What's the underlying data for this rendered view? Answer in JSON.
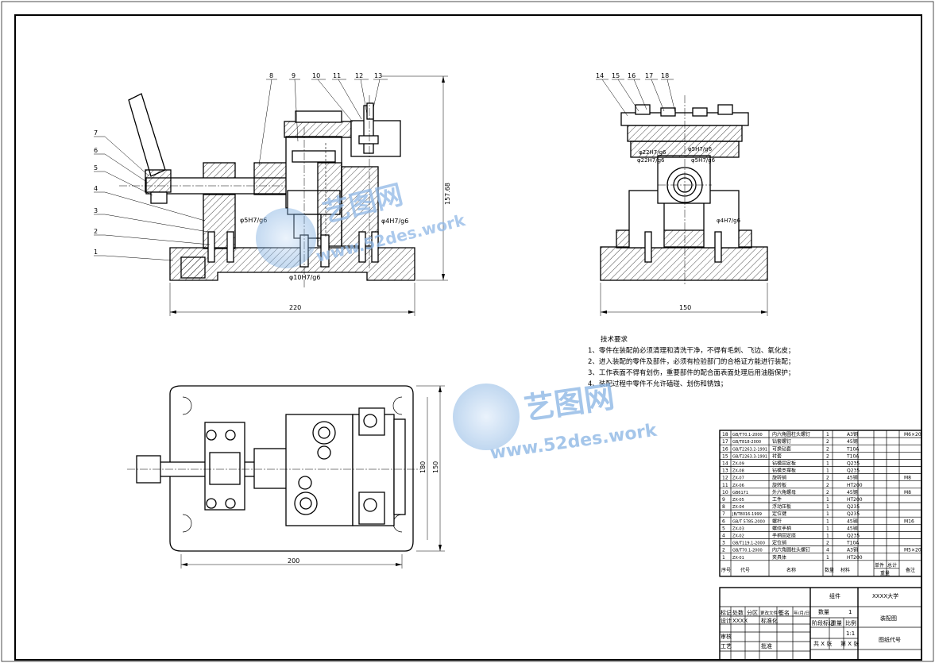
{
  "balloons_front": [
    "1",
    "2",
    "3",
    "4",
    "5",
    "6",
    "7",
    "8",
    "9",
    "10",
    "11",
    "12",
    "13"
  ],
  "balloons_side": [
    "14",
    "15",
    "16",
    "17",
    "18"
  ],
  "fits_front": [
    "φ5H7/g6",
    "φ4H7/g6",
    "φ10H7/g6"
  ],
  "fits_side": [
    "φ22H7/g6",
    "φ22H7/g6",
    "φ5H7/g6",
    "φ5H7/g6",
    "φ4H7/g6"
  ],
  "dims": {
    "front_width": "220",
    "front_height": "157.68",
    "side_width": "150",
    "top_width": "200",
    "top_inner": "180",
    "top_outer": "150"
  },
  "tech_req": {
    "title": "技术要求",
    "lines": [
      "1、零件在装配前必须清理和清洗干净，不得有毛刺、飞边、氧化皮；",
      "2、进入装配的零件及部件，必须有检验部门的合格证方能进行装配；",
      "3、工作表面不得有划伤，重要部件的配合面表面处理后用油脂保护；",
      "4、装配过程中零件不允许磕碰、划伤和锈蚀；"
    ]
  },
  "watermark": {
    "brand": "艺图网",
    "url": "www.52des.work"
  },
  "bom": {
    "rows": [
      {
        "no": "18",
        "code": "GB/T70.1-2000",
        "name": "内六角圆柱头螺钉",
        "qty": "1",
        "mat": "A3钢",
        "note": "M6×20"
      },
      {
        "no": "17",
        "code": "GB/T818-2000",
        "name": "钻套螺钉",
        "qty": "2",
        "mat": "45钢",
        "note": ""
      },
      {
        "no": "16",
        "code": "GB/T2263.2-1991",
        "name": "可换钻套",
        "qty": "2",
        "mat": "T10A",
        "note": ""
      },
      {
        "no": "15",
        "code": "GB/T2263.3-1991",
        "name": "衬套",
        "qty": "2",
        "mat": "T10A",
        "note": ""
      },
      {
        "no": "14",
        "code": "ZX-09",
        "name": "钻模固定板",
        "qty": "1",
        "mat": "Q235",
        "note": ""
      },
      {
        "no": "13",
        "code": "ZX-08",
        "name": "钻模支撑板",
        "qty": "1",
        "mat": "Q235",
        "note": ""
      },
      {
        "no": "12",
        "code": "ZX-07",
        "name": "旋转销",
        "qty": "2",
        "mat": "45钢",
        "note": "M8"
      },
      {
        "no": "11",
        "code": "ZX-06",
        "name": "旋转板",
        "qty": "2",
        "mat": "HT200",
        "note": ""
      },
      {
        "no": "10",
        "code": "GB6171",
        "name": "外六角螺母",
        "qty": "2",
        "mat": "45钢",
        "note": "M8"
      },
      {
        "no": "9",
        "code": "ZX-05",
        "name": "工件",
        "qty": "1",
        "mat": "HT200",
        "note": ""
      },
      {
        "no": "8",
        "code": "ZX-04",
        "name": "浮动压板",
        "qty": "1",
        "mat": "Q235",
        "note": ""
      },
      {
        "no": "7",
        "code": "JB/T8016-1999",
        "name": "定位键",
        "qty": "1",
        "mat": "Q235",
        "note": ""
      },
      {
        "no": "6",
        "code": "GB/T 5785-2000",
        "name": "螺杆",
        "qty": "1",
        "mat": "45钢",
        "note": "M16"
      },
      {
        "no": "5",
        "code": "ZX-03",
        "name": "螺纹手柄",
        "qty": "1",
        "mat": "45钢",
        "note": ""
      },
      {
        "no": "4",
        "code": "ZX-02",
        "name": "手柄固定座",
        "qty": "1",
        "mat": "Q235",
        "note": ""
      },
      {
        "no": "3",
        "code": "GB/T119.1-2000",
        "name": "定位销",
        "qty": "2",
        "mat": "T10A",
        "note": ""
      },
      {
        "no": "2",
        "code": "GB/T70.1-2000",
        "name": "内六角圆柱头螺钉",
        "qty": "4",
        "mat": "A3钢",
        "note": "M5×20"
      },
      {
        "no": "1",
        "code": "ZX-01",
        "name": "夹具体",
        "qty": "1",
        "mat": "HT200",
        "note": ""
      }
    ],
    "header": {
      "no": "序号",
      "code": "代号",
      "name": "名称",
      "qty": "数量",
      "mat": "材料",
      "unit": "单件",
      "total": "总计",
      "weight": "重量",
      "note": "备注"
    }
  },
  "title_block": {
    "drawing_name": "组件",
    "school": "XXXX大学",
    "qty_label": "数量",
    "qty_value": "1",
    "type": "装配图",
    "stage_label": "阶段标记",
    "weight_label": "重量",
    "scale_label": "比例",
    "scale": "1:1",
    "sheets": "共 X 张",
    "sheet": "第 X 张",
    "code_label": "图纸代号",
    "mark": "标记",
    "count": "处数",
    "zone": "分区",
    "change": "更改文件号",
    "sign": "签名",
    "date": "年/月/日",
    "design": "设计",
    "designer": "XXXX",
    "std": "标准化",
    "review": "审核",
    "process": "工艺",
    "approve": "批准"
  }
}
